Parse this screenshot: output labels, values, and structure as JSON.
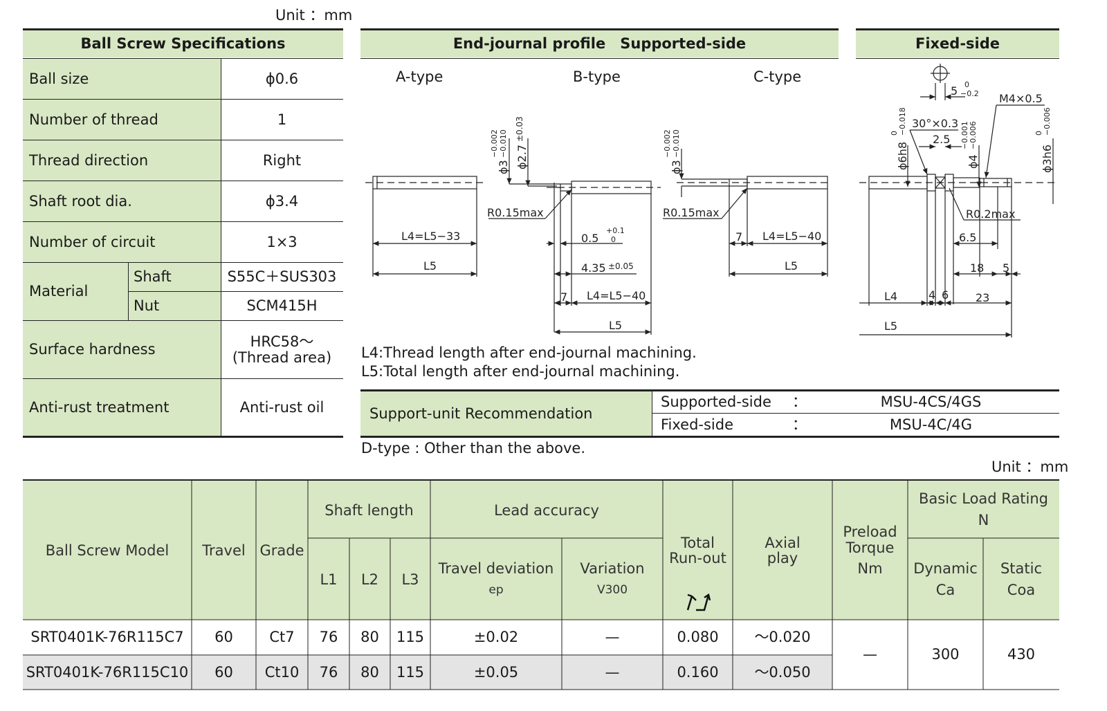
{
  "unit_top": "Unit ：mm",
  "unit_bottom": "Unit ：mm",
  "spec": {
    "title": "Ball Screw Specifications",
    "rows": [
      {
        "label": "Ball size",
        "value": "ϕ0.6"
      },
      {
        "label": "Number of thread",
        "value": "1"
      },
      {
        "label": "Thread direction",
        "value": "Right"
      },
      {
        "label": "Shaft root dia.",
        "value": "ϕ3.4"
      },
      {
        "label": "Number of circuit",
        "value": "1×3"
      }
    ],
    "material_label": "Material",
    "shaft_label": "Shaft",
    "shaft_value": "S55C＋SUS303",
    "nut_label": "Nut",
    "nut_value": "SCM415H",
    "hardness_label": "Surface hardness",
    "hardness_value_1": "HRC58～",
    "hardness_value_2": "(Thread area)",
    "antirust_label": "Anti-rust treatment",
    "antirust_value": "Anti-rust oil"
  },
  "endjournal": {
    "title": "End-journal profile　Supported-side",
    "fixed_title": "Fixed-side",
    "a_type": "A-type",
    "b_type": "B-type",
    "c_type": "C-type",
    "note_l4": "L4:Thread length after end-journal machining.",
    "note_l5": "L5:Total length after end-journal machining."
  },
  "dims": {
    "a_l4": "L4=L5−33",
    "a_l5": "L5",
    "b_d3": "ϕ3",
    "b_d3_tol_u": "−0.002",
    "b_d3_tol_l": "−0.010",
    "b_d27": "ϕ2.7",
    "b_d27_tol": "±0.03",
    "b_r": "R0.15max",
    "b_05": "0.5",
    "b_05_tol_u": "+0.1",
    "b_05_tol_l": "0",
    "b_435": "4.35",
    "b_435_tol": "±0.05",
    "b_7": "7",
    "b_l4": "L4=L5−40",
    "b_l5": "L5",
    "c_d3": "ϕ3",
    "c_r": "R0.15max",
    "c_7": "7",
    "c_l4": "L4=L5−40",
    "c_l5": "L5",
    "f_5": "5",
    "f_5_tol_u": "0",
    "f_5_tol_l": "−0.2",
    "f_m4": "M4×0.5",
    "f_chamfer": "30°×0.3",
    "f_25": "2.5",
    "f_d6": "ϕ6h8",
    "f_d6_tol_u": "0",
    "f_d6_tol_l": "−0.018",
    "f_d4": "ϕ4",
    "f_d4_tol_u": "−0.001",
    "f_d4_tol_l": "−0.006",
    "f_d3": "ϕ3h6",
    "f_d3_tol_u": "0",
    "f_d3_tol_l": "−0.006",
    "f_r": "R0.2max",
    "f_65": "6.5",
    "f_18": "18",
    "f_5b": "5",
    "f_l4": "L4",
    "f_4": "4",
    "f_6": "6",
    "f_23": "23",
    "f_l5": "L5"
  },
  "support": {
    "label": "Support-unit Recommendation",
    "rows": [
      {
        "side": "Supported-side",
        "colon": "：",
        "value": "MSU-4CS/4GS"
      },
      {
        "side": "Fixed-side",
        "colon": "：",
        "value": "MSU-4C/4G"
      }
    ],
    "dtype_note": "D-type : Other than the above."
  },
  "main_table": {
    "headers": {
      "model": "Ball Screw Model",
      "travel": "Travel",
      "grade": "Grade",
      "shaft_length": "Shaft length",
      "l1": "L1",
      "l2": "L2",
      "l3": "L3",
      "lead_accuracy": "Lead accuracy",
      "travel_dev_1": "Travel deviation",
      "travel_dev_2": "ep",
      "variation_1": "Variation",
      "variation_2": "V300",
      "runout_1": "Total",
      "runout_2": "Run-out",
      "axial_1": "Axial",
      "axial_2": "play",
      "preload_1": "Preload",
      "preload_2": "Torque",
      "preload_3": "Nm",
      "basic_load_1": "Basic Load Rating",
      "basic_load_2": "N",
      "dynamic_1": "Dynamic",
      "dynamic_2": "Ca",
      "static_1": "Static",
      "static_2": "Coa"
    },
    "rows": [
      {
        "model": "SRT0401K-76R115C7",
        "travel": "60",
        "grade": "Ct7",
        "l1": "76",
        "l2": "80",
        "l3": "115",
        "ep": "±0.02",
        "v300": "—",
        "runout": "0.080",
        "axial": "～0.020"
      },
      {
        "model": "SRT0401K-76R115C10",
        "travel": "60",
        "grade": "Ct10",
        "l1": "76",
        "l2": "80",
        "l3": "115",
        "ep": "±0.05",
        "v300": "—",
        "runout": "0.160",
        "axial": "～0.050"
      }
    ],
    "preload_torque": "—",
    "dynamic_ca": "300",
    "static_coa": "430"
  }
}
